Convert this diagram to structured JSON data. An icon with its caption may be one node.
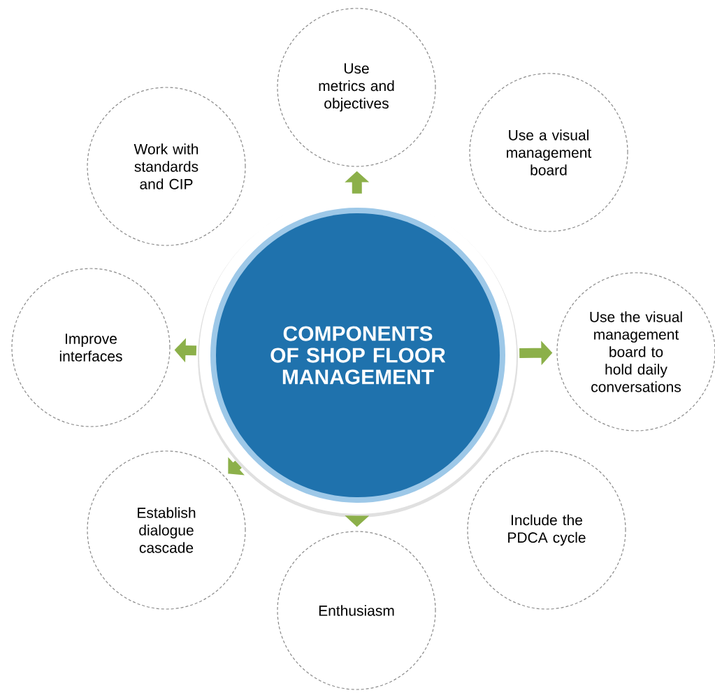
{
  "diagram": {
    "nodes": [
      {
        "text": [
          "COMPONENTS OF SHOP FLOOR MANAGEMENT"
        ]
      },
      {
        "text": [
          "Use metrics and objectives"
        ]
      },
      {
        "text": [
          "Work with standards and CIP"
        ]
      },
      {
        "text": [
          "Use a visual management board"
        ]
      },
      {
        "text": [
          "Improve interfaces"
        ]
      },
      {
        "text": [
          "Use the visual management board to hold daily conversations"
        ]
      },
      {
        "text": [
          "Establish dialogue cascade"
        ]
      },
      {
        "text": [
          "Include the PDCA cycle"
        ]
      },
      {
        "text": [
          "Enthusiasm"
        ]
      }
    ],
    "edges": [
      {
        "from": 0,
        "to": 1,
        "arrow": "to"
      },
      {
        "from": 0,
        "to": 4,
        "arrow": "to"
      },
      {
        "from": 0,
        "to": 5,
        "arrow": "to"
      },
      {
        "from": 0,
        "to": 6,
        "arrow": "to"
      },
      {
        "from": 0,
        "to": 8,
        "arrow": "to"
      }
    ]
  }
}
